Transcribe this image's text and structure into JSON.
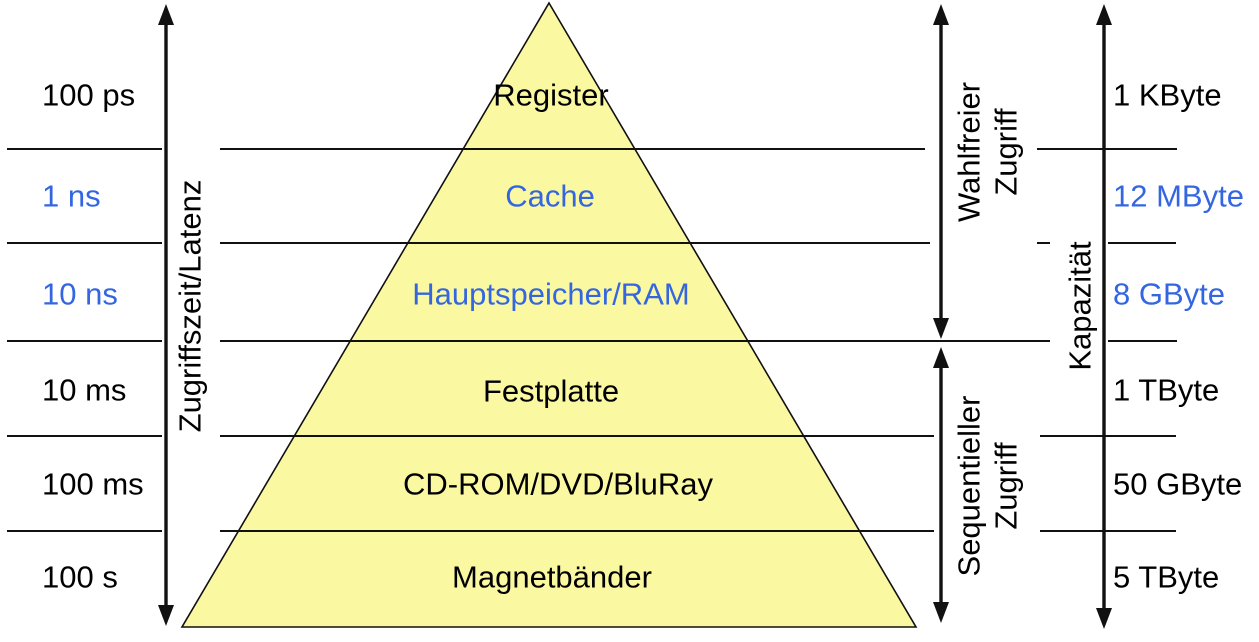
{
  "colors": {
    "pyramid-fill": "#FBF8A2",
    "outline": "#111111",
    "highlight-blue": "#3366E0",
    "text-black": "#000000"
  },
  "pyramid": {
    "levels": [
      {
        "name": "Register",
        "access_time": "100 ps",
        "capacity": "1 KByte",
        "highlighted": false
      },
      {
        "name": "Cache",
        "access_time": "1 ns",
        "capacity": "12 MByte",
        "highlighted": true
      },
      {
        "name": "Hauptspeicher/RAM",
        "access_time": "10 ns",
        "capacity": "8 GByte",
        "highlighted": true
      },
      {
        "name": "Festplatte",
        "access_time": "10 ms",
        "capacity": "1 TByte",
        "highlighted": false
      },
      {
        "name": "CD-ROM/DVD/BluRay",
        "access_time": "100 ms",
        "capacity": "50 GByte",
        "highlighted": false
      },
      {
        "name": "Magnetbänder",
        "access_time": "100 s",
        "capacity": "5 TByte",
        "highlighted": false
      }
    ]
  },
  "axis_labels": {
    "access_time": "Zugriffszeit/Latenz",
    "random_access": {
      "line1": "Wahlfreier",
      "line2": "Zugriff"
    },
    "sequential_access": {
      "line1": "Sequentieller",
      "line2": "Zugriff"
    },
    "capacity": "Kapazität"
  }
}
